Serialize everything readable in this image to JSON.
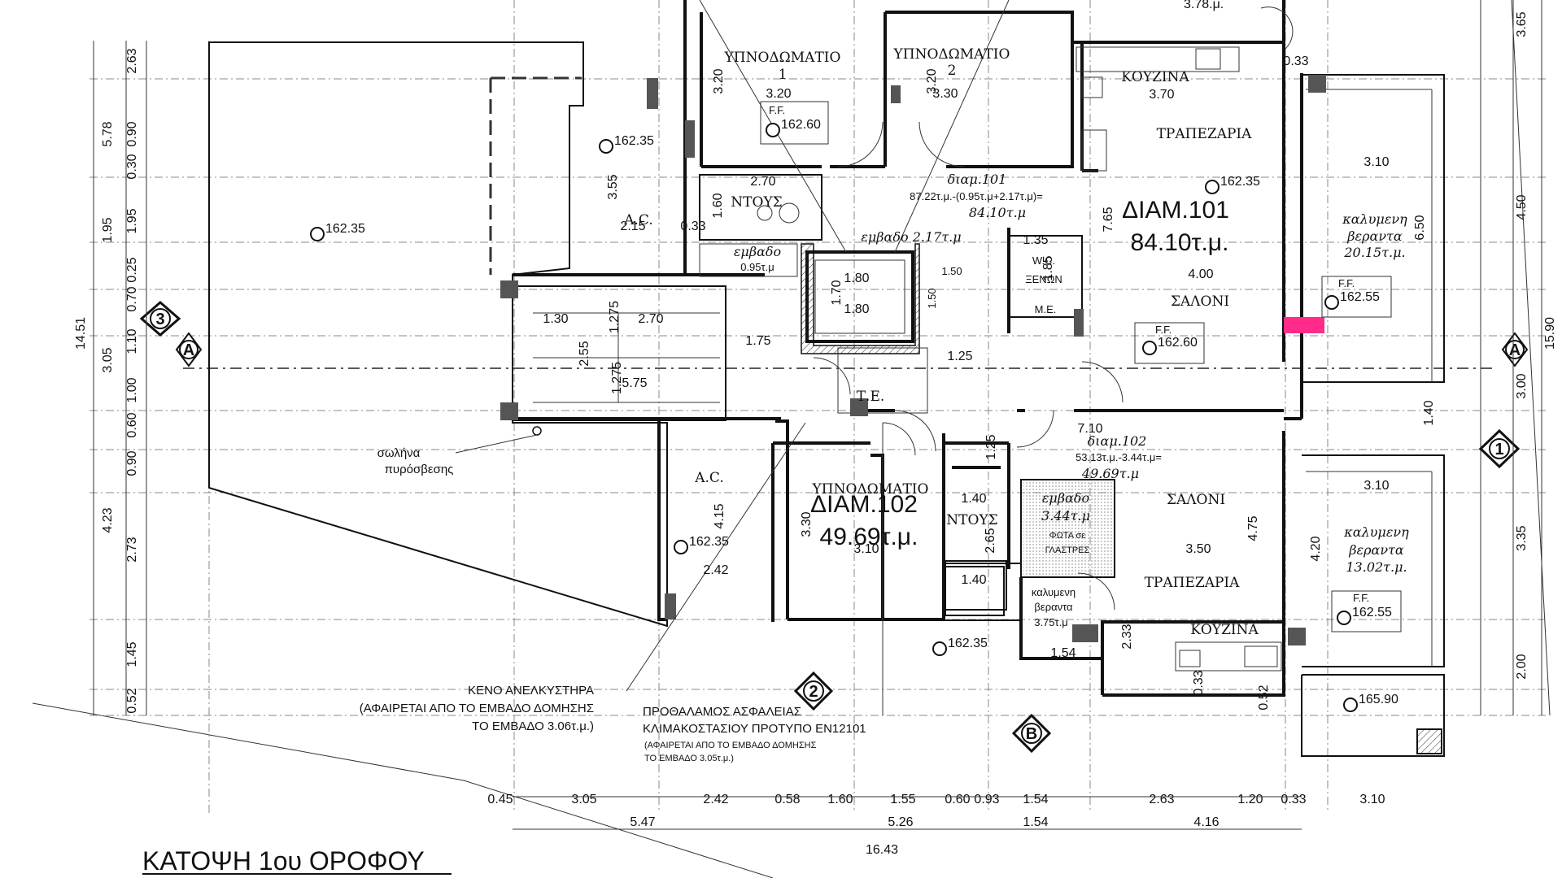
{
  "title": "ΚΑΤΟΨΗ 1ου ΟΡΟΦΟΥ",
  "rooms": {
    "bedroom1": "ΥΠΝΟΔΩΜΑΤΙΟ",
    "bedroom1_num": "1",
    "bedroom2": "ΥΠΝΟΔΩΜΑΤΙΟ",
    "bedroom2_num": "2",
    "kitchen_top": "ΚΟΥΖΙΝΑ",
    "dining_top": "ΤΡΑΠΕΖΑΡΙΑ",
    "living_top": "ΣΑΛΟΝΙ",
    "shower_top": "ΝΤΟΥΣ",
    "ac_top": "A.C.",
    "wc": "W.C.",
    "guests": "ΞΕΝΩΝ",
    "me": "Μ.Ε.",
    "te": "Τ.Ε.",
    "bedroom3": "ΥΠΝΟΔΩΜΑΤΙΟ",
    "shower_bottom": "ΝΤΟΥΣ",
    "ac_bottom": "A.C.",
    "living_bottom": "ΣΑΛΟΝΙ",
    "dining_bottom": "ΤΡΑΠΕΖΑΡΙΑ",
    "kitchen_bottom": "ΚΟΥΖΙΝΑ"
  },
  "apartments": {
    "a101_name": "ΔΙΑΜ.101",
    "a101_area": "84.10τ.μ.",
    "a101_note_1": "διαμ.101",
    "a101_note_2": "87.22τ.μ.-(0.95τ.μ+2.17τ.μ)=",
    "a101_note_3": "84.10τ.μ",
    "a102_name": "ΔΙΑΜ.102",
    "a102_area": "49.69τ.μ.",
    "a102_note_1": "διαμ.102",
    "a102_note_2": "53.13τ.μ.-3.44τ.μ=",
    "a102_note_3": "49.69τ.μ"
  },
  "verandas": {
    "top_label_1": "καλυμενη",
    "top_label_2": "βεραντα",
    "top_area": "20.15τ.μ.",
    "bottom_label_1": "καλυμενη",
    "bottom_label_2": "βεραντα",
    "bottom_area": "13.02τ.μ.",
    "small_label_1": "καλυμενη",
    "small_label_2": "βεραντα",
    "small_area": "3.75τ.μ"
  },
  "areas_small": {
    "embado_1": "εμβαδο",
    "embado_1_val": "0.95τ.μ",
    "embado_2": "εμβαδο 2.17τ.μ",
    "embado_3": "εμβαδο",
    "embado_3_val": "3.44τ.μ",
    "fota_1": "ΦΩΤΑ σε",
    "fota_2": "ΓΛΑΣΤΡΕΣ"
  },
  "levels": {
    "ff": "F.F.",
    "l1": "162.60",
    "l2": "162.35",
    "l3": "162.35",
    "l4": "162.35",
    "l5": "162.55",
    "l6": "162.60",
    "l7": "162.35",
    "l8": "162.35",
    "l9": "162.55",
    "l10": "165.90"
  },
  "notes": {
    "pipe_1": "σωλήνα",
    "pipe_2": "πυρόσβεσης",
    "lift_1": "ΚΕΝΟ ΑΝΕΛΚΥΣΤΗΡΑ",
    "lift_2": "(ΑΦΑΙΡΕΤΑΙ ΑΠΟ ΤΟ ΕΜΒΑΔΟ ΔΟΜΗΣΗΣ",
    "lift_3": "ΤΟ ΕΜΒΑΔΟ 3.06τ.μ.)",
    "lobby_1": "ΠΡΟΘΑΛΑΜΟΣ ΑΣΦΑΛΕΙΑΣ",
    "lobby_2": "ΚΛΙΜΑΚΟΣΤΑΣΙΟΥ ΠΡΟΤΥΠΟ ΕΝ12101",
    "lobby_3": "(ΑΦΑΙΡΕΤΑΙ ΑΠΟ ΤΟ ΕΜΒΑΔΟ ΔΟΜΗΣΗΣ",
    "lobby_4": "ΤΟ ΕΜΒΑΔΟ 3.05τ.μ.)",
    "top_cut": "3.78.μ."
  },
  "axes": {
    "a_left": "A",
    "a_right": "A",
    "b": "B",
    "n1": "1",
    "n2": "2",
    "n3": "3"
  },
  "dims_bottom_1": [
    "0.45",
    "3.05",
    "2.42",
    "0.58",
    "1.60",
    "1.55",
    "0.60",
    "0.93",
    "1.54",
    "2.63",
    "1.20",
    "0.33",
    "3.10"
  ],
  "dims_bottom_2": [
    "5.47",
    "5.26",
    "1.54",
    "4.16"
  ],
  "dims_bottom_3": "16.43",
  "dims_left_outer": [
    "14.51"
  ],
  "dims_left_mid": [
    "5.78",
    "1.95",
    "3.05",
    "4.23"
  ],
  "dims_left_inner": [
    "2.63",
    "0.90",
    "0.30",
    "1.95",
    "0.25",
    "0.70",
    "1.10",
    "1.00",
    "0.60",
    "0.90",
    "2.73",
    "1.45",
    "0.52"
  ],
  "dims_right_inner": [
    "3.65",
    "4.50",
    "3.00",
    "3.35",
    "2.00"
  ],
  "dims_right_outer": "15.90",
  "dims_inner": {
    "b1_w": "3.20",
    "b1_h": "3.20",
    "b2_w": "3.30",
    "b2_h": "3.20",
    "k_w": "3.70",
    "k_033": "0.33",
    "ac_355": "3.55",
    "ac_215": "2.15",
    "ac_033": "0.33",
    "sh_270": "2.70",
    "sh_160": "1.60",
    "d_135": "1.35",
    "d_185": "1.85",
    "d_765": "7.65",
    "d_400": "4.00",
    "v_310": "3.10",
    "v_650": "6.50",
    "st_130": "1.30",
    "st_1275a": "1.275",
    "st_270": "2.70",
    "st_255": "2.55",
    "st_1275b": "1.275",
    "st_575": "5.75",
    "st_175": "1.75",
    "lf_180a": "1.80",
    "lf_170": "1.70",
    "lf_180b": "1.80",
    "lf_150a": "1.50",
    "lf_150b": "1.50",
    "c_125a": "1.25",
    "d_710": "7.10",
    "d_140v": "1.40",
    "c_125b": "1.25",
    "ac2_415": "4.15",
    "ac2_242": "2.42",
    "b3_330": "3.30",
    "b3_310": "3.10",
    "sh2_140a": "1.40",
    "sh2_265": "2.65",
    "sh2_140b": "1.40",
    "lv_475": "4.75",
    "lv_350": "3.50",
    "v2_310": "3.10",
    "v2_420": "4.20",
    "k2_233": "2.33",
    "k2_154": "1.54",
    "k2_033": "0.33",
    "k2_052": "0.52"
  }
}
